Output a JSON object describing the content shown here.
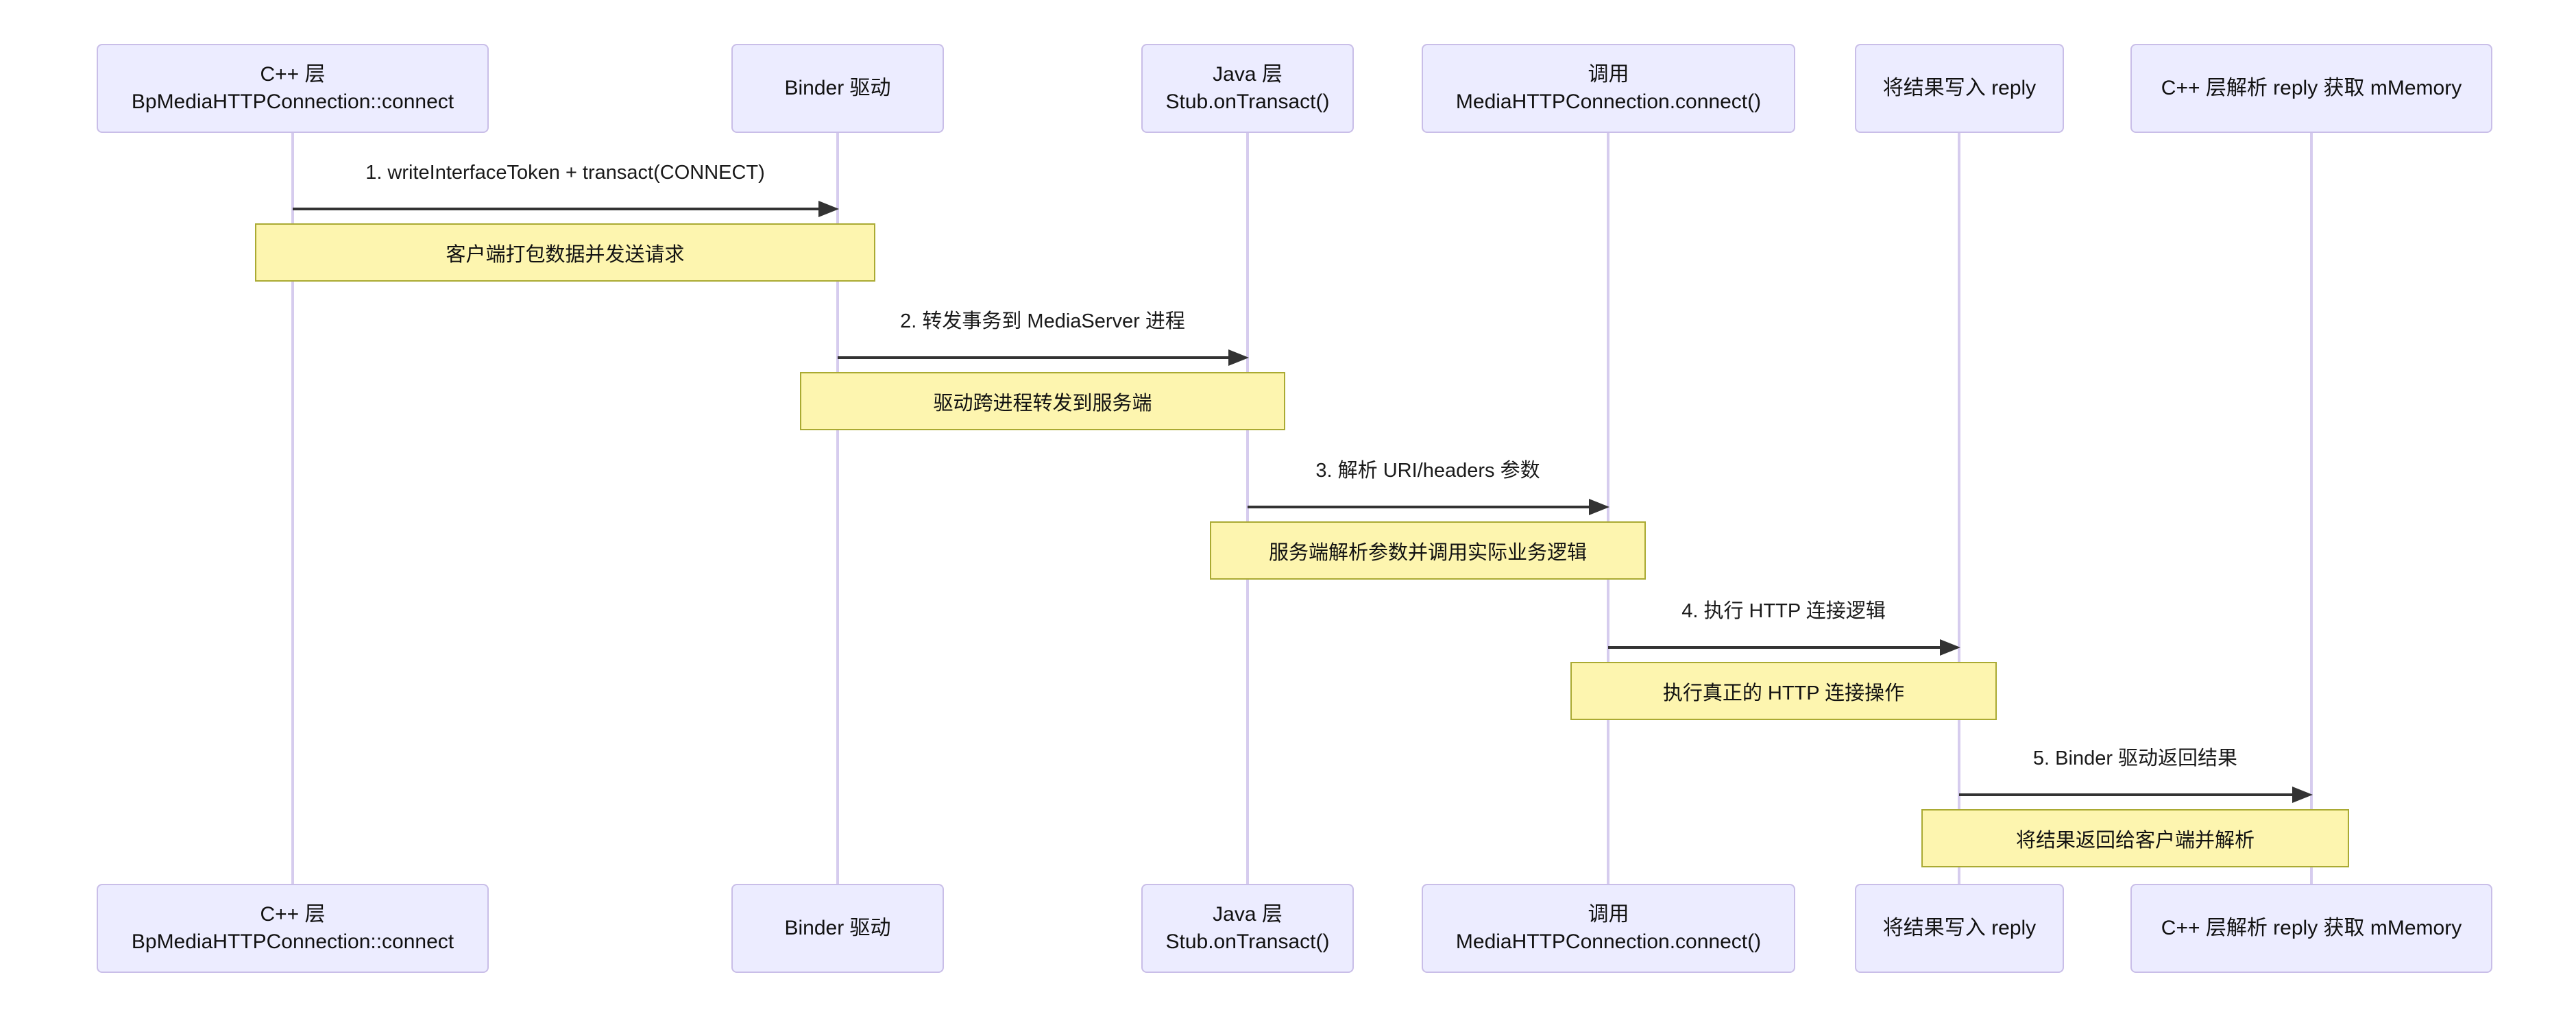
{
  "diagram": {
    "type": "sequence-diagram",
    "background": "#ffffff",
    "colors": {
      "actor_fill": "#ECECFF",
      "actor_border": "#C9BEE8",
      "lifeline": "#D6CCEE",
      "note_fill": "#FDF5AF",
      "note_border": "#AAAA33",
      "arrow": "#333333",
      "text": "#111111"
    },
    "actors": [
      {
        "id": "cpp-bpmediahttpconnection",
        "label": "C++ 层\nBpMediaHTTPConnection::connect"
      },
      {
        "id": "binder-driver",
        "label": "Binder 驱动"
      },
      {
        "id": "java-stub-ontransact",
        "label": "Java 层\nStub.onTransact()"
      },
      {
        "id": "mediahttpconnection-connect",
        "label": "调用\nMediaHTTPConnection.connect()"
      },
      {
        "id": "write-result-reply",
        "label": "将结果写入 reply"
      },
      {
        "id": "cpp-parse-reply-mmemory",
        "label": "C++ 层解析 reply 获取 mMemory"
      }
    ],
    "messages": [
      {
        "from": 0,
        "to": 1,
        "label": "1. writeInterfaceToken + transact(CONNECT)",
        "note": "客户端打包数据并发送请求"
      },
      {
        "from": 1,
        "to": 2,
        "label": "2. 转发事务到 MediaServer 进程",
        "note": "驱动跨进程转发到服务端"
      },
      {
        "from": 2,
        "to": 3,
        "label": "3. 解析 URI/headers 参数",
        "note": "服务端解析参数并调用实际业务逻辑"
      },
      {
        "from": 3,
        "to": 4,
        "label": "4. 执行 HTTP 连接逻辑",
        "note": "执行真正的 HTTP 连接操作"
      },
      {
        "from": 4,
        "to": 5,
        "label": "5. Binder 驱动返回结果",
        "note": "将结果返回给客户端并解析"
      }
    ]
  }
}
